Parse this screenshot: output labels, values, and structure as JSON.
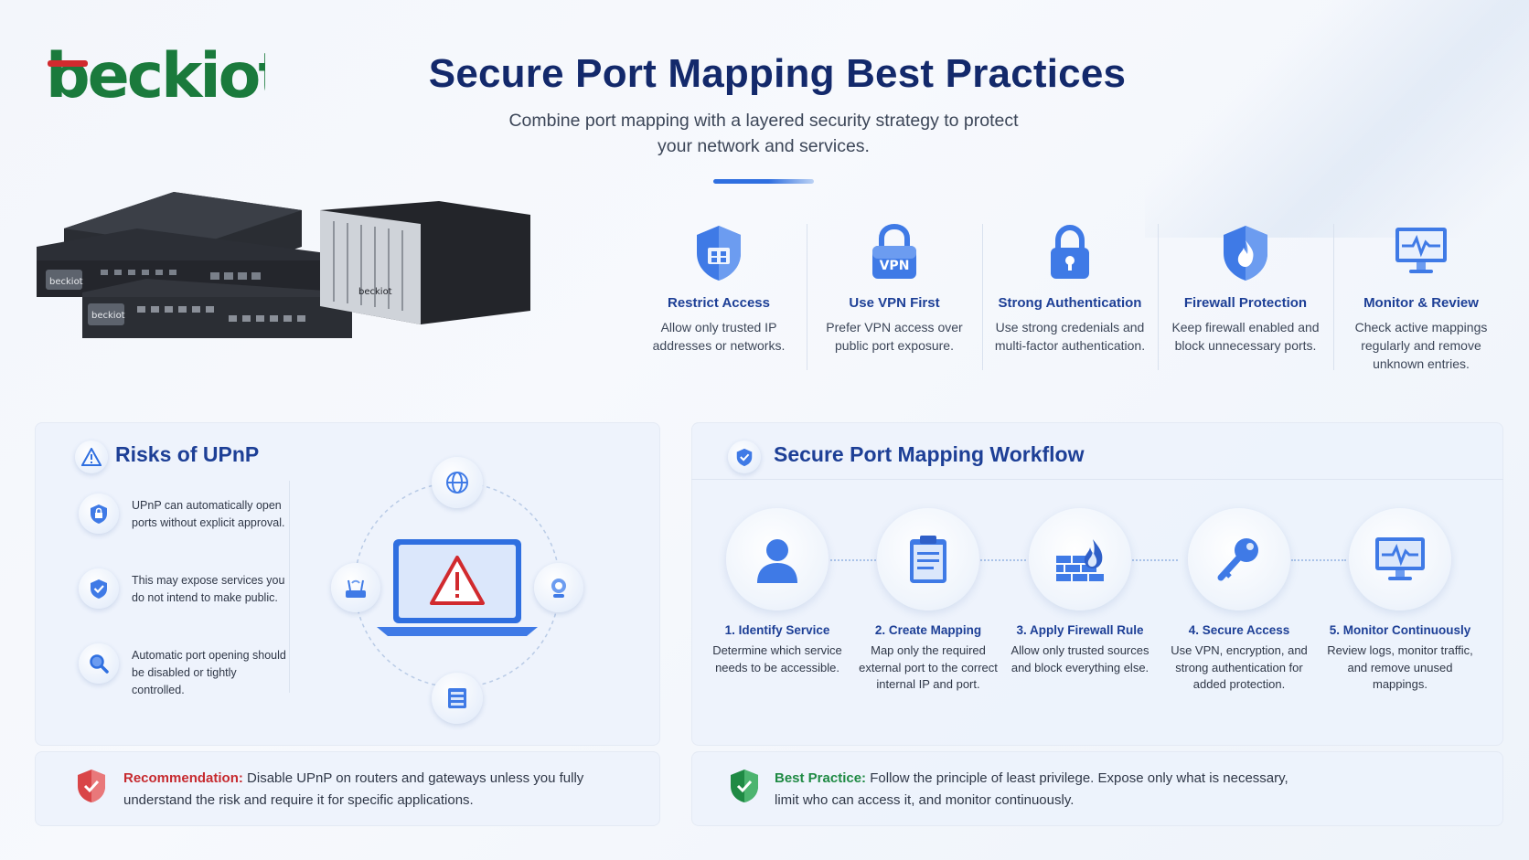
{
  "brand": {
    "logo_text": "beckiot"
  },
  "header": {
    "title": "Secure Port Mapping Best Practices",
    "subtitle": "Combine port mapping with a layered security strategy to protect your network and services."
  },
  "devices": {
    "label_1": "beckiot",
    "label_2": "beckiot",
    "label_3": "beckiot"
  },
  "practices": [
    {
      "icon": "shield-lock-icon",
      "title": "Restrict Access",
      "desc": "Allow only trusted IP addresses or networks."
    },
    {
      "icon": "vpn-lock-icon",
      "title": "Use VPN First",
      "desc": "Prefer VPN access over public port exposure.",
      "badge": "VPN"
    },
    {
      "icon": "padlock-icon",
      "title": "Strong Authentication",
      "desc": "Use strong credenials and multi-factor authentication."
    },
    {
      "icon": "fire-shield-icon",
      "title": "Firewall Protection",
      "desc": "Keep firewall enabled and block unnecessary ports."
    },
    {
      "icon": "monitor-pulse-icon",
      "title": "Monitor & Review",
      "desc": "Check active mappings regularly and remove unknown entries."
    }
  ],
  "risks": {
    "title": "Risks of UPnP",
    "items": [
      {
        "icon": "router-lock-icon",
        "text": "UPnP can automatically open ports without explicit approval."
      },
      {
        "icon": "shield-check-icon",
        "text": "This may expose services you do not intend to make public."
      },
      {
        "icon": "magnifier-icon",
        "text": "Automatic port opening should be disabled or tightly controlled."
      }
    ]
  },
  "recommendation": {
    "label": "Recommendation:",
    "text": "Disable UPnP on routers and gateways unless you fully understand the risk and require it for specific applications."
  },
  "workflow": {
    "title": "Secure Port Mapping Workflow",
    "steps": [
      {
        "icon": "user-icon",
        "title": "1. Identify Service",
        "desc": "Determine which service needs to be accessible."
      },
      {
        "icon": "clipboard-icon",
        "title": "2. Create Mapping",
        "desc": "Map only the required external port to the correct internal IP and port."
      },
      {
        "icon": "firewall-icon",
        "title": "3. Apply Firewall Rule",
        "desc": "Allow only trusted sources and block everything else."
      },
      {
        "icon": "key-icon",
        "title": "4. Secure Access",
        "desc": "Use VPN, encryption, and strong authentication for added protection."
      },
      {
        "icon": "monitor-icon",
        "title": "5. Monitor Continuously",
        "desc": "Review logs, monitor traffic, and remove unused mappings."
      }
    ]
  },
  "best_practice": {
    "label": "Best Practice:",
    "text": "Follow the principle of least privilege. Expose only what is necessary, limit who can access it, and monitor continuously."
  },
  "colors": {
    "navy": "#13296b",
    "blue": "#1d3f96",
    "accent": "#2f6fe0",
    "red": "#c62a2f",
    "green": "#1f8a44"
  }
}
